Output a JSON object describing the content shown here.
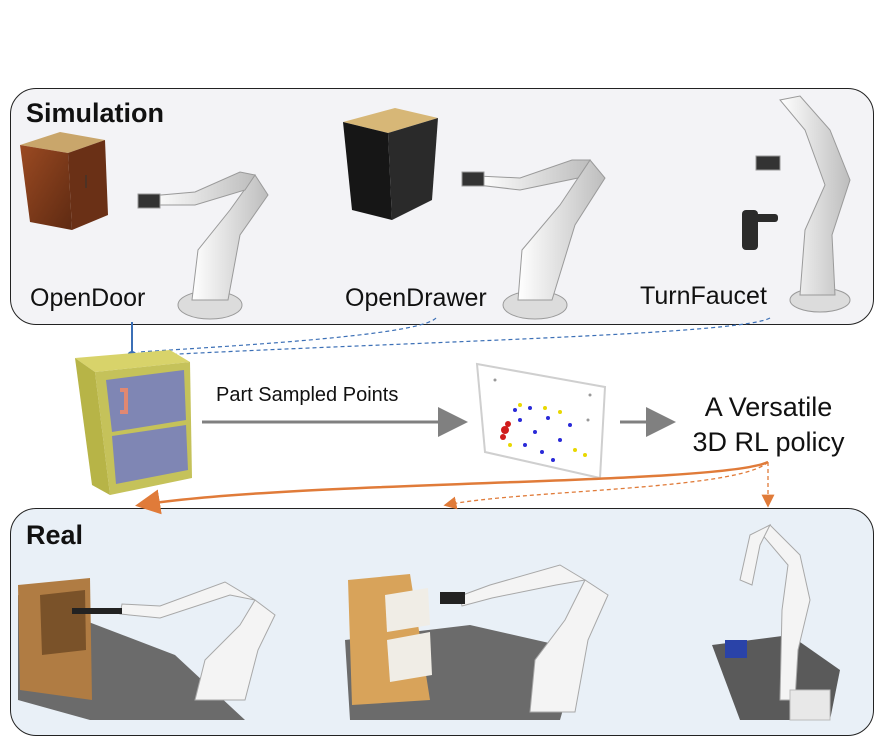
{
  "simulation": {
    "title": "Simulation",
    "tasks": [
      {
        "label": "OpenDoor"
      },
      {
        "label": "OpenDrawer"
      },
      {
        "label": "TurnFaucet"
      }
    ]
  },
  "middle": {
    "arrow_label": "Part Sampled Points",
    "policy_line1": "A Versatile",
    "policy_line2": "3D RL policy"
  },
  "real": {
    "title": "Real"
  },
  "colors": {
    "sim_arrow": "#3b6fb6",
    "real_arrow": "#e07b39",
    "gray_arrow": "#808080",
    "robot_white": "#f2f2f2",
    "robot_shade": "#c8c8c8"
  }
}
